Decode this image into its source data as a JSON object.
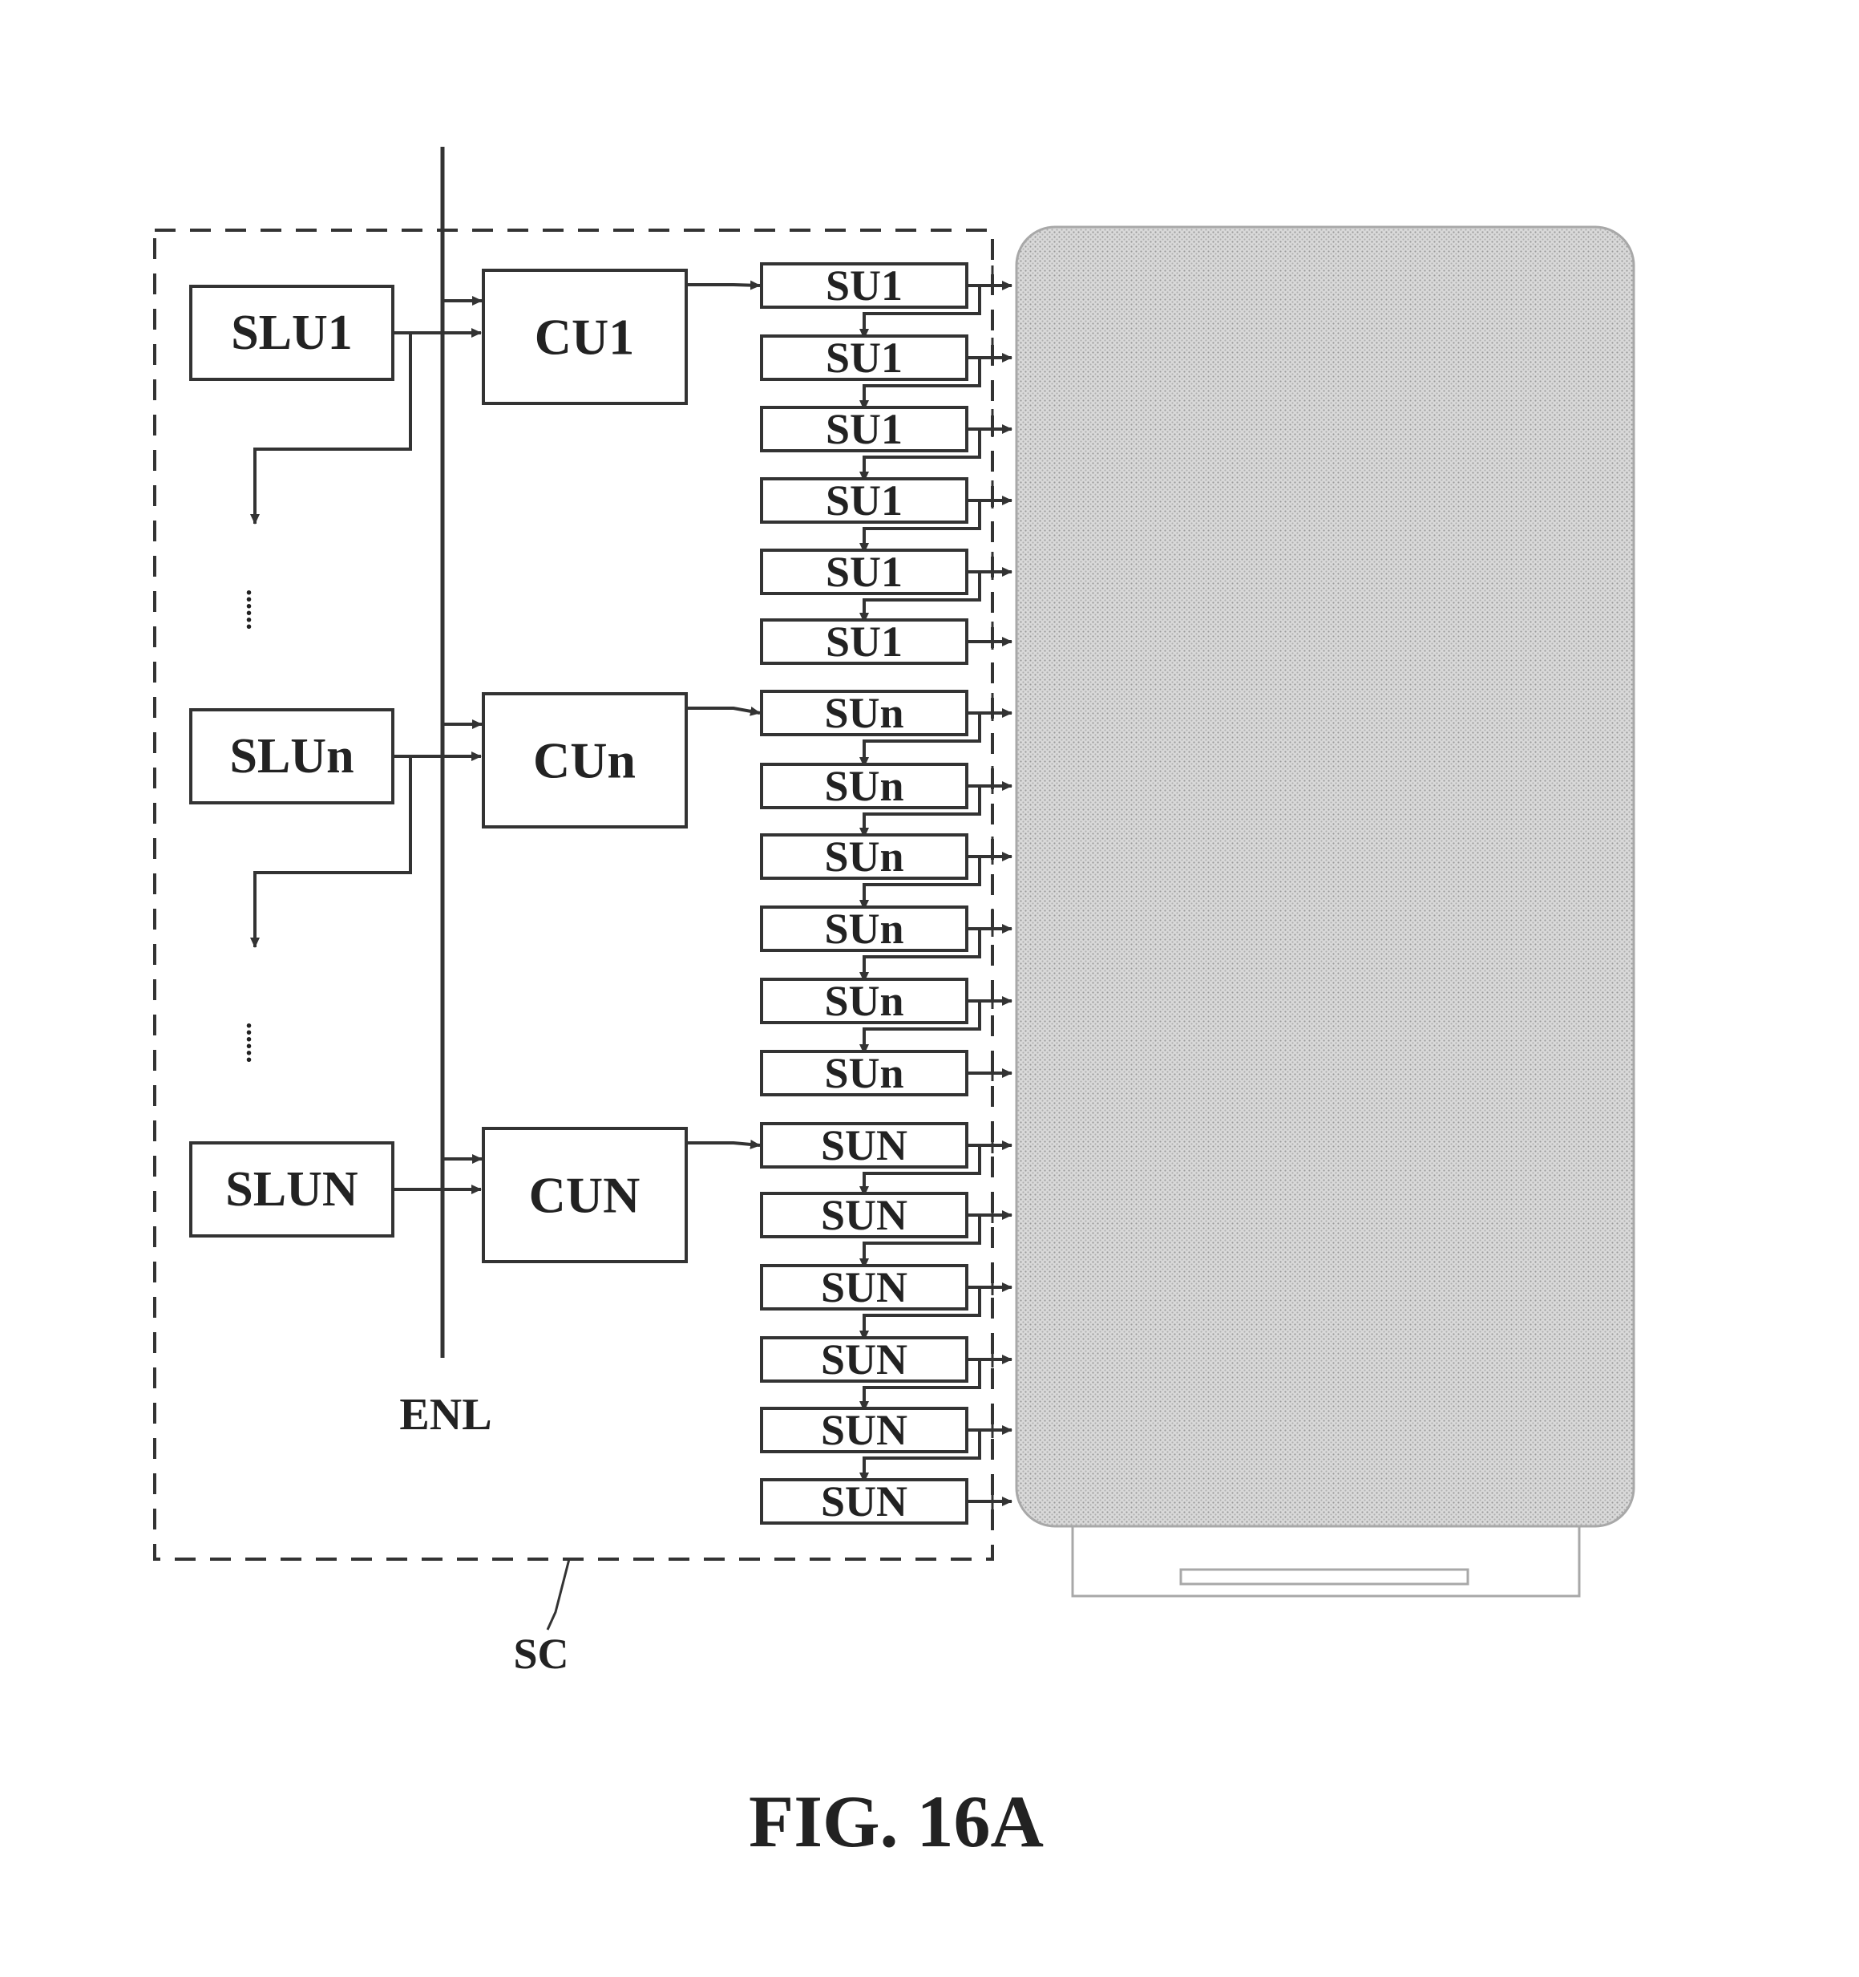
{
  "figure": {
    "caption": "FIG. 16A"
  },
  "labels": {
    "enable_line": "ENL",
    "scan_circuit": "SC",
    "ellipsis_1": "......",
    "ellipsis_2": "......"
  },
  "stage_left_units": [
    "SLU1",
    "SLUn",
    "SLUN"
  ],
  "control_units": [
    "CU1",
    "CUn",
    "CUN"
  ],
  "shift_unit_groups": [
    {
      "label": "SU1",
      "count": 6
    },
    {
      "label": "SUn",
      "count": 6
    },
    {
      "label": "SUN",
      "count": 6
    }
  ],
  "colors": {
    "line": "#333333",
    "panel_fill": "#cfcfcf",
    "panel_edge": "#a8a8a8"
  }
}
